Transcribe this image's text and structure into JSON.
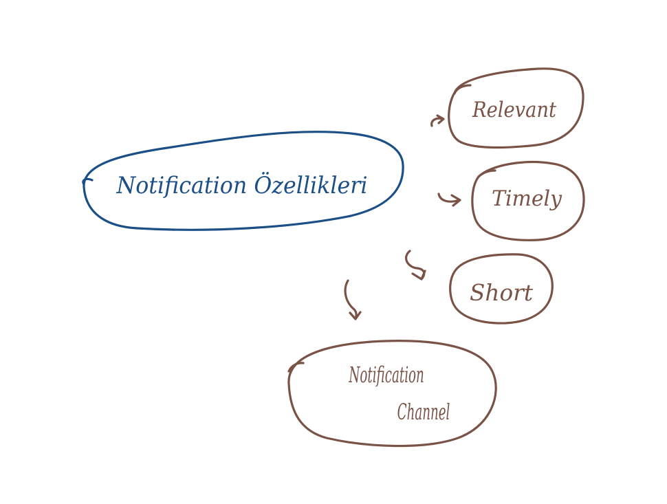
{
  "diagram": {
    "main_node": {
      "label": "Notification Özellikleri"
    },
    "child_nodes": [
      {
        "label": "Relevant"
      },
      {
        "label": "Timely"
      },
      {
        "label": "Short"
      },
      {
        "label": "Notification Channel"
      }
    ]
  }
}
